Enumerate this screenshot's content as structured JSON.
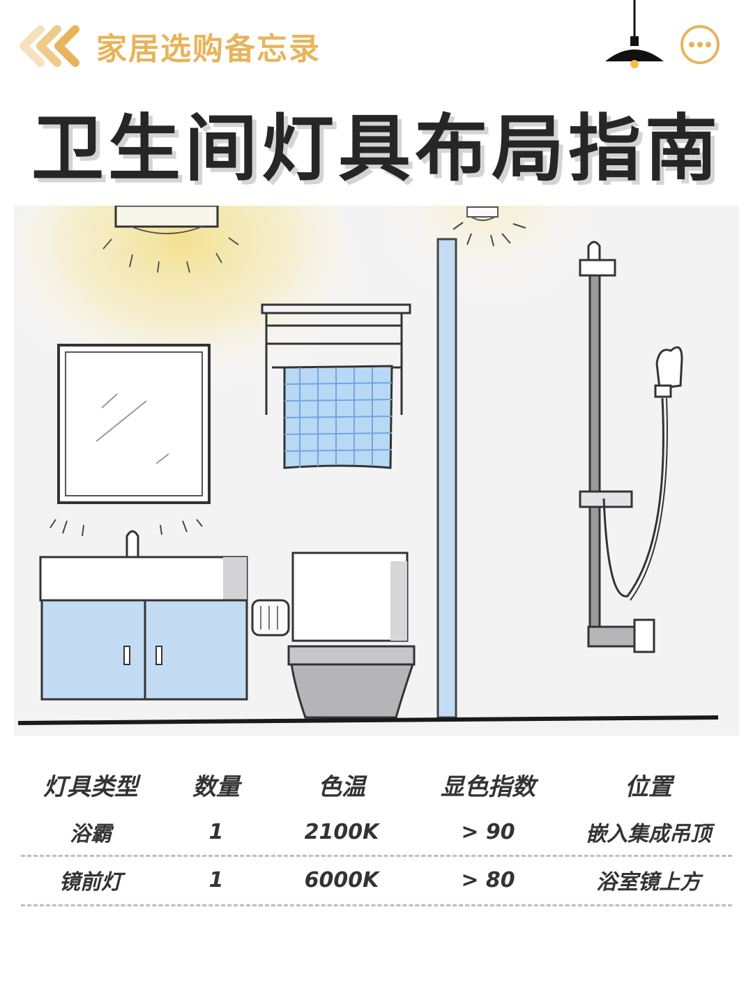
{
  "header": {
    "brand": "家居选购备忘录",
    "accent_color": "#e7b45c",
    "back_icon": "chevrons-left-icon",
    "lamp_icon": "pendant-lamp-icon",
    "more_icon": "more-dots-icon"
  },
  "title": "卫生间灯具布局指南",
  "table": {
    "headers": [
      "灯具类型",
      "数量",
      "色温",
      "显色指数",
      "位置"
    ],
    "rows": [
      [
        "浴霸",
        "1",
        "2100K",
        "> 90",
        "嵌入集成吊顶"
      ],
      [
        "镜前灯",
        "1",
        "6000K",
        "> 80",
        "浴室镜上方"
      ]
    ]
  }
}
